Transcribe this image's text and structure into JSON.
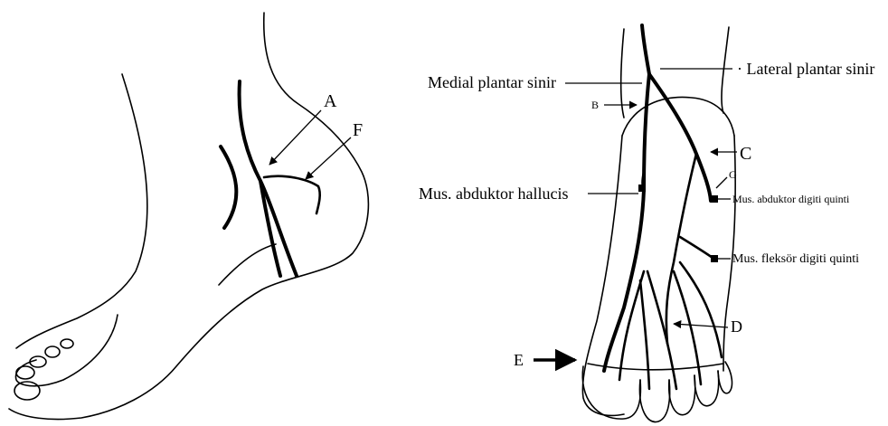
{
  "left_figure": {
    "labels": {
      "a": "A",
      "f": "F"
    }
  },
  "right_figure": {
    "labels": {
      "medial_plantar": "Medial plantar sinir",
      "lateral_plantar": "· Lateral plantar sinir",
      "b": "B",
      "c": "C",
      "g": "G",
      "abductor_hallucis": "Mus. abduktor hallucis",
      "abductor_digiti_quinti": "Mus. abduktor digiti quinti",
      "flexor_digiti_quinti": "Mus. fleksör digiti quinti",
      "d": "D",
      "e": "E"
    }
  },
  "colors": {
    "ink": "#000000",
    "background": "#ffffff"
  }
}
